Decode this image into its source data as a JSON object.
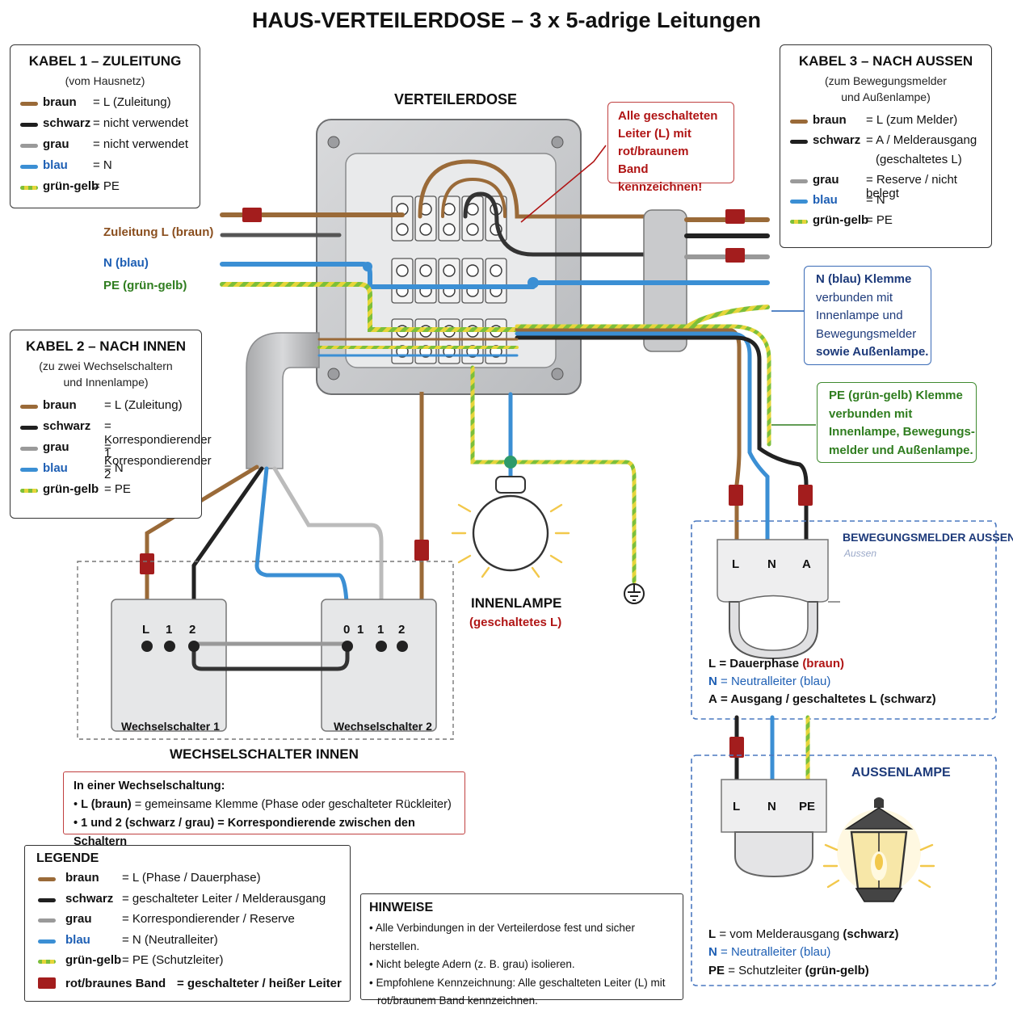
{
  "title": "HAUS-VERTEILERDOSE – 3 x 5-adrige Leitungen",
  "box_label": "VERTEILERDOSE",
  "colors": {
    "braun": "#9a6a38",
    "schwarz": "#1f1f1f",
    "grau": "#9a9a9a",
    "blau": "#3b8fd4",
    "gruen": "#7cbf3a",
    "gelb": "#e6d53a",
    "band": "#a31d1d"
  },
  "kabel1": {
    "title": "KABEL 1 – ZULEITUNG",
    "subtitle": "(vom Hausnetz)",
    "rows": [
      {
        "color": "braun",
        "name": "braun",
        "value": "= L (Zuleitung)"
      },
      {
        "color": "schwarz",
        "name": "schwarz",
        "value": "= nicht verwendet"
      },
      {
        "color": "grau",
        "name": "grau",
        "value": "= nicht verwendet"
      },
      {
        "color": "blau",
        "name": "blau",
        "value": "= N"
      },
      {
        "color": "gg",
        "name": "grün-gelb",
        "value": "= PE"
      }
    ]
  },
  "kabel2": {
    "title": "KABEL 2 – NACH INNEN",
    "subtitle_1": "(zu zwei Wechselschaltern",
    "subtitle_2": "und Innenlampe)",
    "rows": [
      {
        "color": "braun",
        "name": "braun",
        "value": "= L (Zuleitung)"
      },
      {
        "color": "schwarz",
        "name": "schwarz",
        "value": "= Korrespondierender 1"
      },
      {
        "color": "grau",
        "name": "grau",
        "value": "= Korrespondierender 2"
      },
      {
        "color": "blau",
        "name": "blau",
        "value": "= N"
      },
      {
        "color": "gg",
        "name": "grün-gelb",
        "value": "= PE"
      }
    ]
  },
  "kabel3": {
    "title": "KABEL 3 – NACH AUSSEN",
    "subtitle_1": "(zum Bewegungsmelder",
    "subtitle_2": "und Außenlampe)",
    "rows": [
      {
        "color": "braun",
        "name": "braun",
        "value": "= L (zum Melder)"
      },
      {
        "color": "schwarz",
        "name": "schwarz",
        "value": "= A / Melderausgang"
      },
      {
        "color": "none",
        "name": "",
        "value": "(geschaltetes L)"
      },
      {
        "color": "grau",
        "name": "grau",
        "value": "= Reserve / nicht belegt"
      },
      {
        "color": "blau",
        "name": "blau",
        "value": "= N"
      },
      {
        "color": "gg",
        "name": "grün-gelb",
        "value": "= PE"
      }
    ]
  },
  "wire_labels": {
    "zuleitung_l": "Zuleitung L (braun)",
    "n_blau": "N (blau)",
    "pe": "PE (grün-gelb)"
  },
  "notes": {
    "red_note": [
      "Alle geschalteten",
      "Leiter (L) mit",
      "rot/braunem",
      "Band kennzeichnen!"
    ],
    "n_klemme": [
      "N (blau) Klemme",
      "verbunden mit",
      "Innenlampe und",
      "Bewegungsmelder",
      "sowie Außenlampe."
    ],
    "pe_klemme": [
      "PE (grün-gelb) Klemme",
      "verbunden mit",
      "Innenlampe, Bewegungs-",
      "melder und Außenlampe."
    ]
  },
  "innenlampe": {
    "title": "INNENLAMPE",
    "sub": "(geschaltetes L)"
  },
  "bewegungsmelder": {
    "title": "BEWEGUNGSMELDER AUSSEN",
    "faded": "Aussen",
    "terminals": [
      "L",
      "N",
      "A"
    ],
    "legend": [
      {
        "key": "L",
        "text": "= Dauerphase",
        "paren": "(braun)"
      },
      {
        "key": "N",
        "text": "= Neutralleiter",
        "paren": "(blau)"
      },
      {
        "key": "A",
        "text": "= Ausgang / geschaltetes L",
        "paren": "(schwarz)"
      }
    ]
  },
  "aussenlampe": {
    "title": "AUSSENLAMPE",
    "terminals": [
      "L",
      "N",
      "PE"
    ],
    "legend": [
      {
        "key": "L",
        "text": "= vom Melderausgang",
        "paren": "(schwarz)"
      },
      {
        "key": "N",
        "text": "= Neutralleiter",
        "paren": "(blau)"
      },
      {
        "key": "PE",
        "text": "= Schutzleiter",
        "paren": "(grün-gelb)"
      }
    ]
  },
  "schalter": {
    "s1_label": "Wechselschalter 1",
    "s2_label": "Wechselschalter 2",
    "s1_terms": [
      "L",
      "1",
      "2"
    ],
    "s2_terms": [
      "0",
      "1",
      "1",
      "2"
    ],
    "group_label": "WECHSELSCHALTER INNEN"
  },
  "wechsel_note": {
    "title": "In einer Wechselschaltung:",
    "line1_key": "L (braun)",
    "line1_text": " = gemeinsame Klemme (Phase oder geschalteter Rückleiter)",
    "line2": "1 und 2 (schwarz / grau) = Korrespondierende zwischen den Schaltern"
  },
  "legende": {
    "title": "LEGENDE",
    "rows": [
      {
        "color": "braun",
        "name": "braun",
        "value": "= L (Phase / Dauerphase)"
      },
      {
        "color": "schwarz",
        "name": "schwarz",
        "value": "= geschalteter Leiter / Melderausgang"
      },
      {
        "color": "grau",
        "name": "grau",
        "value": "= Korrespondierender / Reserve"
      },
      {
        "color": "blau",
        "name": "blau",
        "value": "= N (Neutralleiter)"
      },
      {
        "color": "gg",
        "name": "grün-gelb",
        "value": "= PE (Schutzleiter)"
      },
      {
        "color": "band",
        "name": "rot/braunes Band",
        "value": "= geschalteter / heißer Leiter"
      }
    ]
  },
  "hinweise": {
    "title": "HINWEISE",
    "lines": [
      "• Alle Verbindungen in der Verteilerdose fest und sicher herstellen.",
      "• Nicht belegte Adern (z. B. grau) isolieren.",
      "• Empfohlene Kennzeichnung: Alle geschalteten Leiter (L) mit",
      "rot/braunem Band kennzeichnen."
    ]
  }
}
